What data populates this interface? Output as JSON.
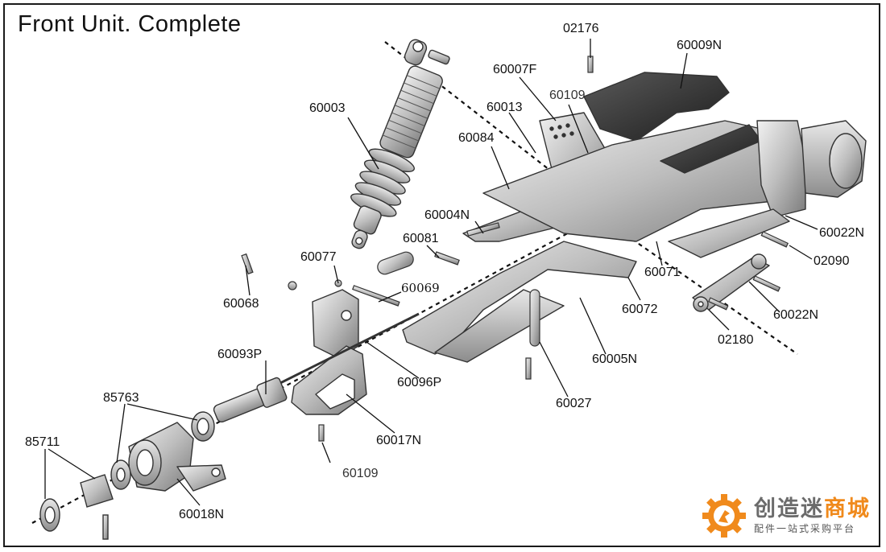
{
  "title": "Front Unit. Complete",
  "part_labels": {
    "p02176": "02176",
    "p60009N": "60009N",
    "p60007F": "60007F",
    "p60109a": "60109",
    "p60013": "60013",
    "p60003": "60003",
    "p60084": "60084",
    "p60004N": "60004N",
    "p60081": "60081",
    "p60022N_a": "60022N",
    "p02090": "02090",
    "p60077": "60077",
    "p60069": "60069",
    "p60071": "60071",
    "p60068": "60068",
    "p60072": "60072",
    "p60022N_b": "60022N",
    "p02180": "02180",
    "p60005N": "60005N",
    "p60093P": "60093P",
    "p60096P": "60096P",
    "p60027": "60027",
    "p85763": "85763",
    "p60017N": "60017N",
    "p85711": "85711",
    "p60109b": "60109",
    "p60018N": "60018N"
  },
  "watermark": {
    "name_part1": "创造迷",
    "name_part2": "商城",
    "tagline": "配件一站式采购平台"
  },
  "colors": {
    "line": "#111111",
    "part_fill": "#d4d4d4",
    "part_stroke": "#333333",
    "watermark_orange": "#f08a1c",
    "watermark_gray": "#6b6b6b"
  }
}
